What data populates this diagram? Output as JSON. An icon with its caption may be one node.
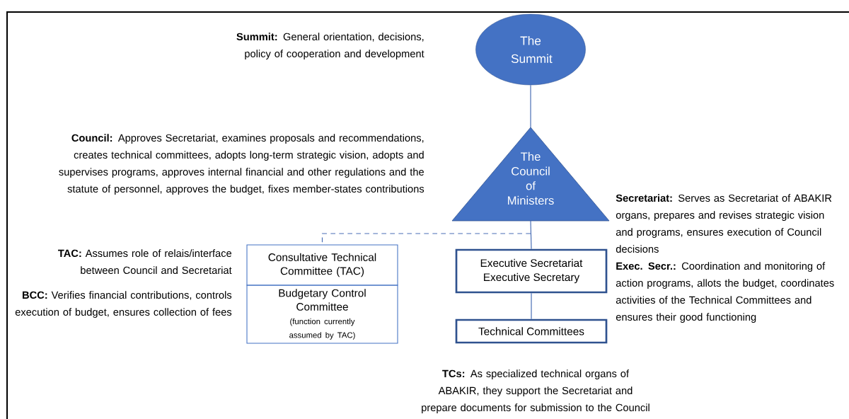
{
  "diagram": {
    "nodes": [
      {
        "text": [
          "The Summit"
        ]
      },
      {
        "text": [
          "The Council of Ministers"
        ]
      },
      {
        "text": [
          "Consultative Technical Committee (TAC)"
        ]
      },
      {
        "text": [
          "Budgetary Control Committee",
          "(function currently assumed by TAC)"
        ]
      },
      {
        "text": [
          "Executive Secretariat",
          "Executive Secretary"
        ]
      },
      {
        "text": [
          "Technical Committees"
        ]
      }
    ],
    "edges": [
      {
        "from": 0,
        "to": 1,
        "arrow": "none"
      },
      {
        "from": 1,
        "to": 4,
        "arrow": "none"
      },
      {
        "from": 1,
        "to": 2,
        "arrow": "none",
        "style": "dashed"
      },
      {
        "from": 4,
        "to": 5,
        "arrow": "none"
      }
    ],
    "labels": [
      "**Summit:** General orientation, decisions, policy of cooperation and development",
      "**Council:** Approves Secretariat, examines proposals and recommendations, creates technical committees, adopts long-term strategic vision, adopts and supervises programs, approves internal financial and other regulations and the statute of personnel, approves the budget, fixes member-states contributions",
      "**Secretariat:** Serves as Secretariat of ABAKIR organs, prepares and revises strategic vision and programs, ensures execution of Council decisions",
      "**Exec. Secr.:** Coordination and monitoring of action programs, allots the budget, coordinates activities of the Technical Committees and ensures their good functioning",
      "**TAC:** Assumes role of relais/interface between Council and Secretariat",
      "**BCC:** Verifies financial contributions, controls execution of budget, ensures collection of fees",
      "**TCs:** As specialized technical organs of ABAKIR, they support the Secretariat and prepare documents for submission to the Council"
    ]
  }
}
